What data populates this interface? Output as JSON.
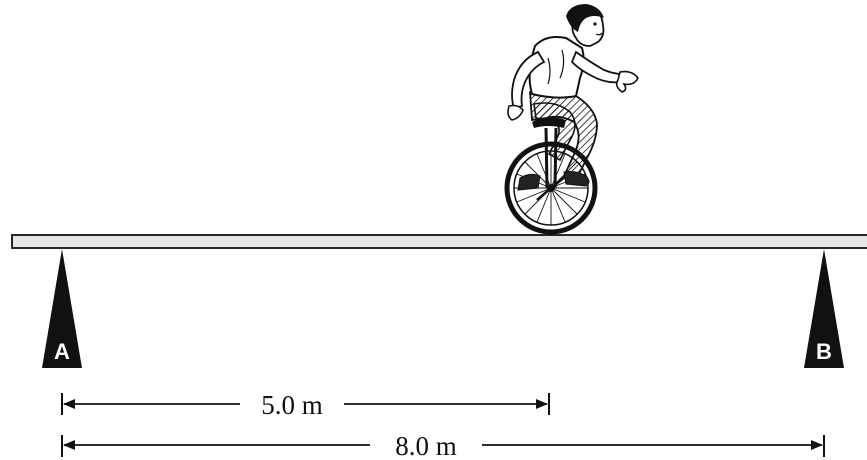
{
  "supports": {
    "left_label": "A",
    "right_label": "B"
  },
  "dimensions": [
    {
      "label": "5.0 m"
    },
    {
      "label": "8.0 m"
    }
  ],
  "colors": {
    "ink": "#111111",
    "plank_fill": "#e6e6e6",
    "background": "#ffffff"
  }
}
